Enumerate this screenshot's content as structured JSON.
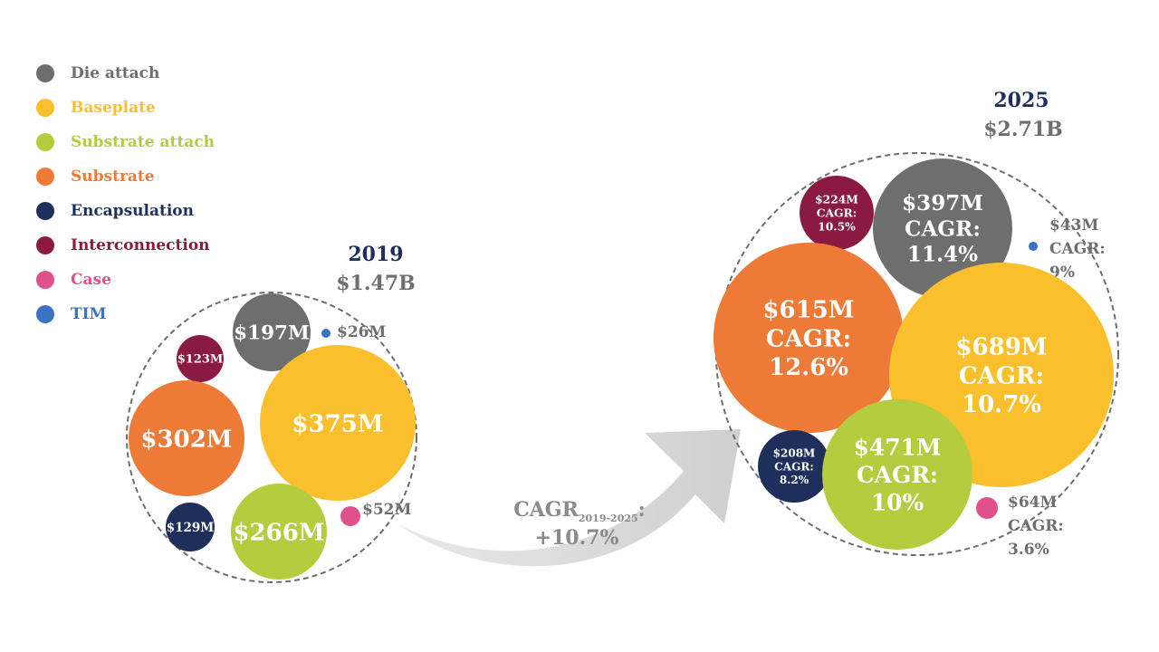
{
  "chart_data": {
    "type": "bubble",
    "legend": [
      {
        "name": "Die attach",
        "color": "#6e6e6e"
      },
      {
        "name": "Baseplate",
        "color": "#f9bf2c"
      },
      {
        "name": "Substrate attach",
        "color": "#b5cc3f"
      },
      {
        "name": "Substrate",
        "color": "#ed7a37"
      },
      {
        "name": "Encapsulation",
        "color": "#1f2f5c"
      },
      {
        "name": "Interconnection",
        "color": "#8b1a42"
      },
      {
        "name": "Case",
        "color": "#e0508a"
      },
      {
        "name": "TIM",
        "color": "#3a73c2"
      }
    ],
    "groups": [
      {
        "year": "2019",
        "total_label": "$1.47B",
        "items": [
          {
            "category": "Die attach",
            "value": 197,
            "label": "$197M"
          },
          {
            "category": "TIM",
            "value": 26,
            "label": "$26M"
          },
          {
            "category": "Interconnection",
            "value": 123,
            "label": "$123M"
          },
          {
            "category": "Baseplate",
            "value": 375,
            "label": "$375M"
          },
          {
            "category": "Substrate",
            "value": 302,
            "label": "$302M"
          },
          {
            "category": "Encapsulation",
            "value": 129,
            "label": "$129M"
          },
          {
            "category": "Substrate attach",
            "value": 266,
            "label": "$266M"
          },
          {
            "category": "Case",
            "value": 52,
            "label": "$52M"
          }
        ]
      },
      {
        "year": "2025",
        "total_label": "$2.71B",
        "items": [
          {
            "category": "Interconnection",
            "value": 224,
            "label": "$224M",
            "cagr": "10.5%"
          },
          {
            "category": "Die attach",
            "value": 397,
            "label": "$397M",
            "cagr": "11.4%"
          },
          {
            "category": "TIM",
            "value": 43,
            "label": "$43M",
            "cagr": "9%"
          },
          {
            "category": "Substrate",
            "value": 615,
            "label": "$615M",
            "cagr": "12.6%"
          },
          {
            "category": "Baseplate",
            "value": 689,
            "label": "$689M",
            "cagr": "10.7%"
          },
          {
            "category": "Encapsulation",
            "value": 208,
            "label": "$208M",
            "cagr": "8.2%"
          },
          {
            "category": "Substrate attach",
            "value": 471,
            "label": "$471M",
            "cagr": "10%"
          },
          {
            "category": "Case",
            "value": 64,
            "label": "$64M",
            "cagr": "3.6%"
          }
        ]
      }
    ],
    "growth_arrow": {
      "label": "CAGR",
      "period": "2019-2025",
      "value": "+10.7%"
    }
  }
}
